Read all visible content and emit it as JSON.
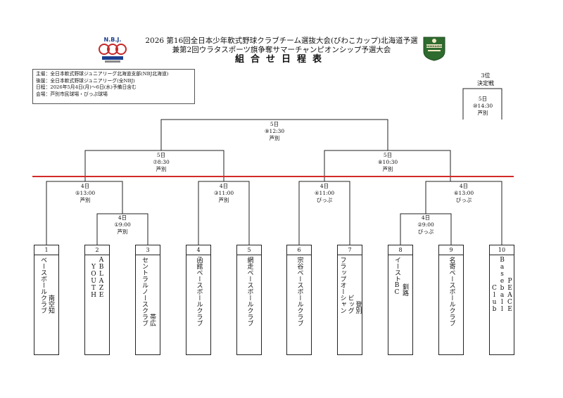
{
  "title": {
    "main": "2026 第16回全日本少年軟式野球クラブチーム選抜大会(びわこカップ)北海道予選",
    "sub": "兼第2回ウラタスポーツ旗争奪サマーチャンピオンシップ予選大会",
    "schedule": "組合せ日程表"
  },
  "info": {
    "organizer": "主催：全日本軟式野球ジュニアリーグ北海道支部(NBJ北海道)",
    "supporter": "後援：全日本軟式野球ジュニアリーグ(全NBJ)",
    "dates": "日程：2026年5月4日(月)～6日(水)予備日含む",
    "venue": "会場：芦別市民球場・びっぷ球場"
  },
  "logos": {
    "left_text": "N.B.J.",
    "right_text": "HOKKAIDO"
  },
  "third_place": {
    "label_line1": "3位",
    "label_line2": "決定戦",
    "day": "5日",
    "time": "⑩14:30",
    "venue": "芦別"
  },
  "matches": {
    "final": {
      "day": "5日",
      "time": "⑨12:30",
      "venue": "芦別"
    },
    "semi_left": {
      "day": "5日",
      "time": "⑦8:30",
      "venue": "芦別"
    },
    "semi_right": {
      "day": "5日",
      "time": "⑧10:30",
      "venue": "芦別"
    },
    "q1": {
      "day": "4日",
      "time": "⑤13:00",
      "venue": "芦別"
    },
    "q2": {
      "day": "4日",
      "time": "③11:00",
      "venue": "芦別"
    },
    "q3": {
      "day": "4日",
      "time": "④11:00",
      "venue": "びっぷ"
    },
    "q4": {
      "day": "4日",
      "time": "⑥13:00",
      "venue": "びっぷ"
    },
    "r1_left": {
      "day": "4日",
      "time": "①9:00",
      "venue": "芦別"
    },
    "r1_right": {
      "day": "4日",
      "time": "②9:00",
      "venue": "びっぷ"
    }
  },
  "teams": [
    {
      "no": "1",
      "columns": [
        "南空知",
        "ベースボールクラブ"
      ]
    },
    {
      "no": "2",
      "columns": [
        "ABLAZE",
        "YOUTH"
      ]
    },
    {
      "no": "3",
      "columns": [
        "帯広",
        "セントラルノースクラブ"
      ]
    },
    {
      "no": "4",
      "columns": [
        "函館ベースボールクラブ"
      ]
    },
    {
      "no": "5",
      "columns": [
        "網走ベースボールクラブ"
      ]
    },
    {
      "no": "6",
      "columns": [
        "宗谷ベースボールクラブ"
      ]
    },
    {
      "no": "7",
      "columns": [
        "登別",
        "ビッグ",
        "フラップオーシャン"
      ]
    },
    {
      "no": "8",
      "columns": [
        "釧路",
        "イーストBC"
      ]
    },
    {
      "no": "9",
      "columns": [
        "名寄ベースボールクラブ"
      ]
    },
    {
      "no": "10",
      "columns": [
        "PEACE",
        "Baseball",
        "Club"
      ]
    }
  ],
  "colors": {
    "seed_line": "#d42a2a",
    "bracket": "#222222"
  }
}
